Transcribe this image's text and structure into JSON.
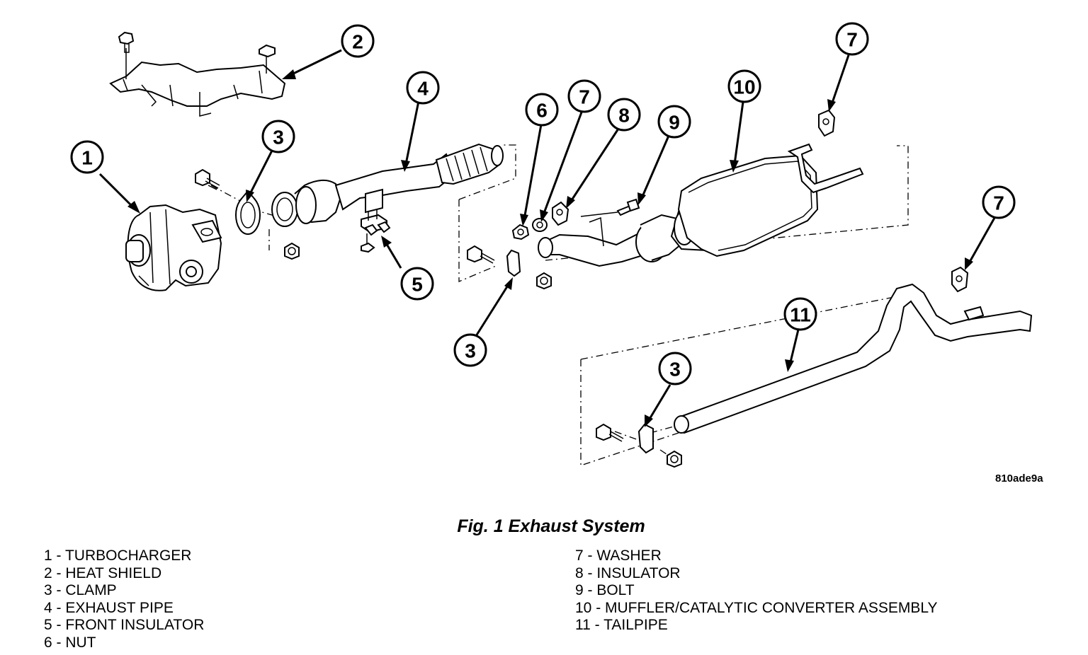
{
  "figure": {
    "title": "Fig. 1 Exhaust System",
    "reference_code": "810ade9a"
  },
  "callouts": [
    {
      "id": "c1",
      "label": "1"
    },
    {
      "id": "c2",
      "label": "2"
    },
    {
      "id": "c3a",
      "label": "3"
    },
    {
      "id": "c4",
      "label": "4"
    },
    {
      "id": "c3b",
      "label": "3"
    },
    {
      "id": "c5",
      "label": "5"
    },
    {
      "id": "c6",
      "label": "6"
    },
    {
      "id": "c7a",
      "label": "7"
    },
    {
      "id": "c8",
      "label": "8"
    },
    {
      "id": "c9",
      "label": "9"
    },
    {
      "id": "c10",
      "label": "10"
    },
    {
      "id": "c7b",
      "label": "7"
    },
    {
      "id": "c7c",
      "label": "7"
    },
    {
      "id": "c11",
      "label": "11"
    },
    {
      "id": "c3c",
      "label": "3"
    }
  ],
  "legend": {
    "left": [
      "1 - TURBOCHARGER",
      "2 - HEAT SHIELD",
      "3 - CLAMP",
      "4 - EXHAUST PIPE",
      "5 - FRONT INSULATOR",
      "6 - NUT"
    ],
    "right": [
      "7 - WASHER",
      "8 - INSULATOR",
      "9 - BOLT",
      "10 - MUFFLER/CATALYTIC CONVERTER ASSEMBLY",
      "11 - TAILPIPE"
    ]
  }
}
